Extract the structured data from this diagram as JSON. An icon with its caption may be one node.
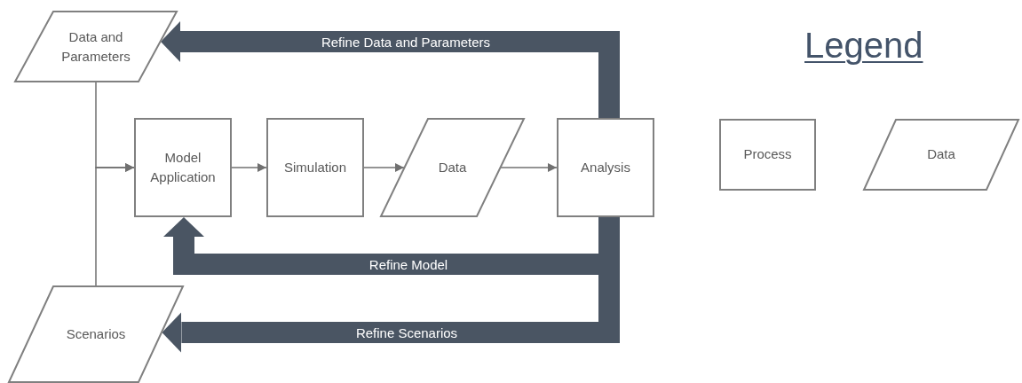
{
  "diagram": {
    "nodes": [
      {
        "text": [
          "Data and Parameters"
        ]
      },
      {
        "text": [
          "Model Application"
        ]
      },
      {
        "text": [
          "Simulation"
        ]
      },
      {
        "text": [
          "Data"
        ]
      },
      {
        "text": [
          "Analysis"
        ]
      },
      {
        "text": [
          "Scenarios"
        ]
      }
    ],
    "edges": [
      {
        "from": 0,
        "to": 1,
        "arrow": "to"
      },
      {
        "from": 5,
        "to": 1,
        "arrow": "to"
      },
      {
        "from": 1,
        "to": 2,
        "arrow": "to"
      },
      {
        "from": 2,
        "to": 3,
        "arrow": "to"
      },
      {
        "from": 3,
        "to": 4,
        "arrow": "to"
      },
      {
        "from": 4,
        "to": 0,
        "arrow": "to",
        "label": "Refine Data and Parameters",
        "style": "thick",
        "color": "#4a5563"
      },
      {
        "from": 4,
        "to": 1,
        "arrow": "to",
        "label": "Refine Model",
        "style": "thick",
        "color": "#4a5563"
      },
      {
        "from": 4,
        "to": 5,
        "arrow": "to",
        "label": "Refine Scenarios",
        "style": "thick",
        "color": "#4a5563"
      }
    ],
    "labels": [
      "Legend"
    ],
    "legend": [
      {
        "text": "Process"
      },
      {
        "text": "Data"
      }
    ]
  }
}
